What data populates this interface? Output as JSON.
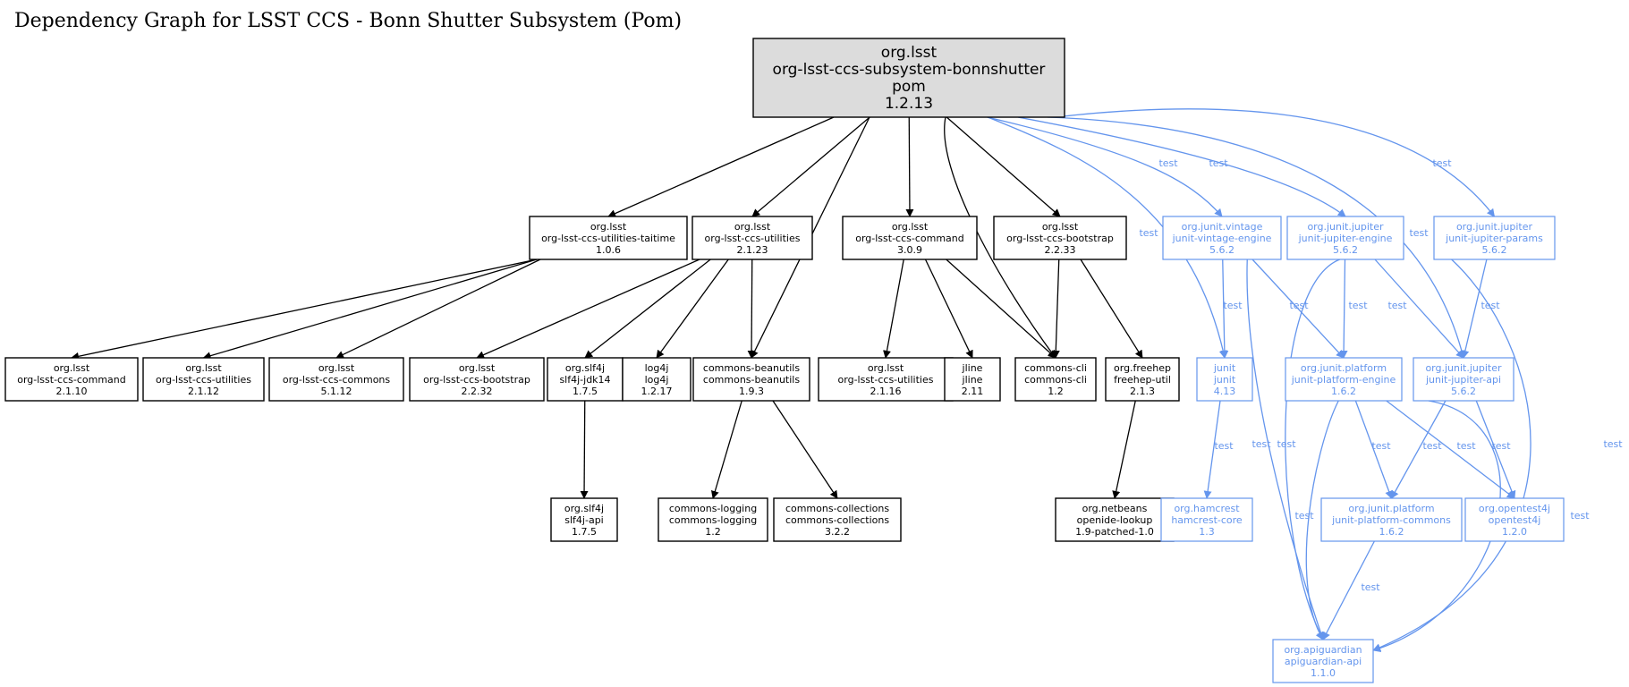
{
  "title": "Dependency Graph for LSST CCS - Bonn Shutter Subsystem (Pom)",
  "colors": {
    "compile": "#000000",
    "test": "#6495ed",
    "root_fill": "#dcdcdc"
  },
  "nodes": {
    "root": {
      "lines": [
        "org.lsst",
        "org-lsst-ccs-subsystem-bonnshutter",
        "pom",
        "1.2.13"
      ],
      "scope": "root"
    },
    "taitime": {
      "lines": [
        "org.lsst",
        "org-lsst-ccs-utilities-taitime",
        "1.0.6"
      ],
      "scope": "compile"
    },
    "utilities2123": {
      "lines": [
        "org.lsst",
        "org-lsst-ccs-utilities",
        "2.1.23"
      ],
      "scope": "compile"
    },
    "command309": {
      "lines": [
        "org.lsst",
        "org-lsst-ccs-command",
        "3.0.9"
      ],
      "scope": "compile"
    },
    "bootstrap2233": {
      "lines": [
        "org.lsst",
        "org-lsst-ccs-bootstrap",
        "2.2.33"
      ],
      "scope": "compile"
    },
    "vintage": {
      "lines": [
        "org.junit.vintage",
        "junit-vintage-engine",
        "5.6.2"
      ],
      "scope": "test"
    },
    "jupengine": {
      "lines": [
        "org.junit.jupiter",
        "junit-jupiter-engine",
        "5.6.2"
      ],
      "scope": "test"
    },
    "jupparams": {
      "lines": [
        "org.junit.jupiter",
        "junit-jupiter-params",
        "5.6.2"
      ],
      "scope": "test"
    },
    "command2110": {
      "lines": [
        "org.lsst",
        "org-lsst-ccs-command",
        "2.1.10"
      ],
      "scope": "compile"
    },
    "utilities2112": {
      "lines": [
        "org.lsst",
        "org-lsst-ccs-utilities",
        "2.1.12"
      ],
      "scope": "compile"
    },
    "commons5112": {
      "lines": [
        "org.lsst",
        "org-lsst-ccs-commons",
        "5.1.12"
      ],
      "scope": "compile"
    },
    "bootstrap2232": {
      "lines": [
        "org.lsst",
        "org-lsst-ccs-bootstrap",
        "2.2.32"
      ],
      "scope": "compile"
    },
    "slf4jjdk": {
      "lines": [
        "org.slf4j",
        "slf4j-jdk14",
        "1.7.5"
      ],
      "scope": "compile"
    },
    "log4j": {
      "lines": [
        "log4j",
        "log4j",
        "1.2.17"
      ],
      "scope": "compile"
    },
    "beanutils": {
      "lines": [
        "commons-beanutils",
        "commons-beanutils",
        "1.9.3"
      ],
      "scope": "compile"
    },
    "utilities2116": {
      "lines": [
        "org.lsst",
        "org-lsst-ccs-utilities",
        "2.1.16"
      ],
      "scope": "compile"
    },
    "jline": {
      "lines": [
        "jline",
        "jline",
        "2.11"
      ],
      "scope": "compile"
    },
    "commonscli": {
      "lines": [
        "commons-cli",
        "commons-cli",
        "1.2"
      ],
      "scope": "compile"
    },
    "freehep": {
      "lines": [
        "org.freehep",
        "freehep-util",
        "2.1.3"
      ],
      "scope": "compile"
    },
    "junit": {
      "lines": [
        "junit",
        "junit",
        "4.13"
      ],
      "scope": "test"
    },
    "platengine": {
      "lines": [
        "org.junit.platform",
        "junit-platform-engine",
        "1.6.2"
      ],
      "scope": "test"
    },
    "jupapi": {
      "lines": [
        "org.junit.jupiter",
        "junit-jupiter-api",
        "5.6.2"
      ],
      "scope": "test"
    },
    "slf4japi": {
      "lines": [
        "org.slf4j",
        "slf4j-api",
        "1.7.5"
      ],
      "scope": "compile"
    },
    "logging": {
      "lines": [
        "commons-logging",
        "commons-logging",
        "1.2"
      ],
      "scope": "compile"
    },
    "collections": {
      "lines": [
        "commons-collections",
        "commons-collections",
        "3.2.2"
      ],
      "scope": "compile"
    },
    "openide": {
      "lines": [
        "org.netbeans",
        "openide-lookup",
        "1.9-patched-1.0"
      ],
      "scope": "compile"
    },
    "hamcrest": {
      "lines": [
        "org.hamcrest",
        "hamcrest-core",
        "1.3"
      ],
      "scope": "test"
    },
    "platcommons": {
      "lines": [
        "org.junit.platform",
        "junit-platform-commons",
        "1.6.2"
      ],
      "scope": "test"
    },
    "opentest4j": {
      "lines": [
        "org.opentest4j",
        "opentest4j",
        "1.2.0"
      ],
      "scope": "test"
    },
    "apiguardian": {
      "lines": [
        "org.apiguardian",
        "apiguardian-api",
        "1.1.0"
      ],
      "scope": "test"
    }
  },
  "edges": [
    {
      "from": "root",
      "to": "taitime",
      "scope": "compile",
      "label": ""
    },
    {
      "from": "root",
      "to": "utilities2123",
      "scope": "compile",
      "label": ""
    },
    {
      "from": "root",
      "to": "beanutils",
      "scope": "compile",
      "label": ""
    },
    {
      "from": "root",
      "to": "command309",
      "scope": "compile",
      "label": ""
    },
    {
      "from": "root",
      "to": "commonscli",
      "scope": "compile",
      "label": ""
    },
    {
      "from": "root",
      "to": "bootstrap2233",
      "scope": "compile",
      "label": ""
    },
    {
      "from": "root",
      "to": "junit",
      "scope": "test",
      "label": "test"
    },
    {
      "from": "root",
      "to": "vintage",
      "scope": "test",
      "label": "test"
    },
    {
      "from": "root",
      "to": "jupengine",
      "scope": "test",
      "label": "test"
    },
    {
      "from": "root",
      "to": "jupapi",
      "scope": "test",
      "label": "test"
    },
    {
      "from": "root",
      "to": "jupparams",
      "scope": "test",
      "label": "test"
    },
    {
      "from": "taitime",
      "to": "command2110",
      "scope": "compile",
      "label": ""
    },
    {
      "from": "taitime",
      "to": "utilities2112",
      "scope": "compile",
      "label": ""
    },
    {
      "from": "taitime",
      "to": "commons5112",
      "scope": "compile",
      "label": ""
    },
    {
      "from": "utilities2123",
      "to": "bootstrap2232",
      "scope": "compile",
      "label": ""
    },
    {
      "from": "utilities2123",
      "to": "slf4jjdk",
      "scope": "compile",
      "label": ""
    },
    {
      "from": "utilities2123",
      "to": "log4j",
      "scope": "compile",
      "label": ""
    },
    {
      "from": "utilities2123",
      "to": "beanutils",
      "scope": "compile",
      "label": ""
    },
    {
      "from": "command309",
      "to": "utilities2116",
      "scope": "compile",
      "label": ""
    },
    {
      "from": "command309",
      "to": "jline",
      "scope": "compile",
      "label": ""
    },
    {
      "from": "command309",
      "to": "commonscli",
      "scope": "compile",
      "label": ""
    },
    {
      "from": "bootstrap2233",
      "to": "commonscli",
      "scope": "compile",
      "label": ""
    },
    {
      "from": "bootstrap2233",
      "to": "freehep",
      "scope": "compile",
      "label": ""
    },
    {
      "from": "slf4jjdk",
      "to": "slf4japi",
      "scope": "compile",
      "label": ""
    },
    {
      "from": "beanutils",
      "to": "logging",
      "scope": "compile",
      "label": ""
    },
    {
      "from": "beanutils",
      "to": "collections",
      "scope": "compile",
      "label": ""
    },
    {
      "from": "freehep",
      "to": "openide",
      "scope": "compile",
      "label": ""
    },
    {
      "from": "vintage",
      "to": "junit",
      "scope": "test",
      "label": "test"
    },
    {
      "from": "vintage",
      "to": "platengine",
      "scope": "test",
      "label": "test"
    },
    {
      "from": "vintage",
      "to": "apiguardian",
      "scope": "test",
      "label": "test"
    },
    {
      "from": "jupengine",
      "to": "platengine",
      "scope": "test",
      "label": "test"
    },
    {
      "from": "jupengine",
      "to": "jupapi",
      "scope": "test",
      "label": "test"
    },
    {
      "from": "jupengine",
      "to": "apiguardian",
      "scope": "test",
      "label": "test"
    },
    {
      "from": "jupparams",
      "to": "jupapi",
      "scope": "test",
      "label": "test"
    },
    {
      "from": "jupparams",
      "to": "apiguardian",
      "scope": "test",
      "label": "test"
    },
    {
      "from": "junit",
      "to": "hamcrest",
      "scope": "test",
      "label": "test"
    },
    {
      "from": "platengine",
      "to": "platcommons",
      "scope": "test",
      "label": "test"
    },
    {
      "from": "platengine",
      "to": "opentest4j",
      "scope": "test",
      "label": "test"
    },
    {
      "from": "platengine",
      "to": "apiguardian",
      "scope": "test",
      "label": "test"
    },
    {
      "from": "jupapi",
      "to": "platcommons",
      "scope": "test",
      "label": "test"
    },
    {
      "from": "jupapi",
      "to": "opentest4j",
      "scope": "test",
      "label": "test"
    },
    {
      "from": "jupapi",
      "to": "apiguardian",
      "scope": "test",
      "label": "test"
    },
    {
      "from": "platcommons",
      "to": "apiguardian",
      "scope": "test",
      "label": "test"
    }
  ]
}
